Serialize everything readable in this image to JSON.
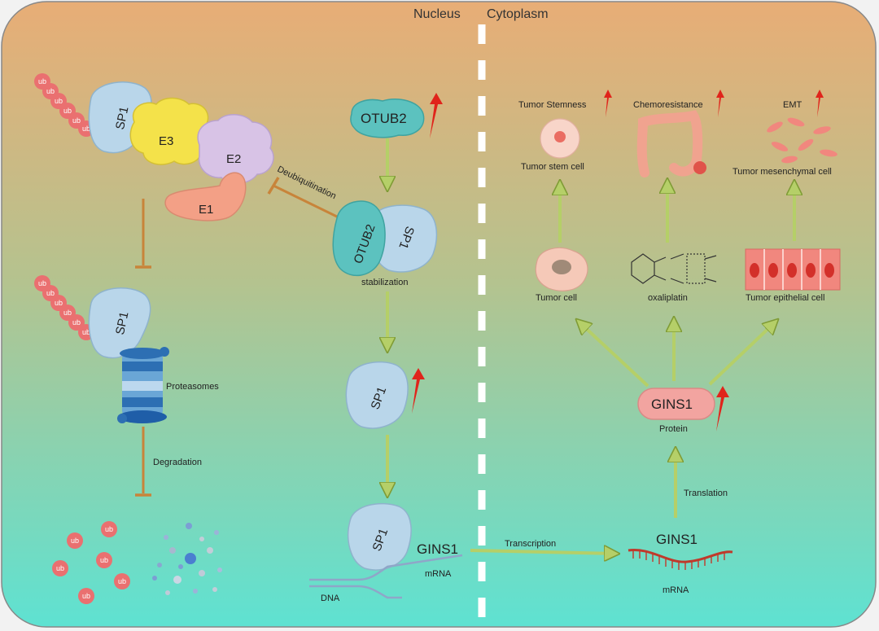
{
  "regions": {
    "nucleus": "Nucleus",
    "cytoplasm": "Cytoplasm"
  },
  "proteins": {
    "sp1": "SP1",
    "e1": "E1",
    "e2": "E2",
    "e3": "E3",
    "otub2": "OTUB2",
    "gins1": "GINS1",
    "ub": "ub"
  },
  "labels": {
    "deubiquitination": "Deubiquitination",
    "stabilization": "stabilization",
    "proteasomes": "Proteasomes",
    "degradation": "Degradation",
    "transcription": "Transcription",
    "translation": "Translation",
    "protein": "Protein",
    "mrna": "mRNA",
    "dna": "DNA",
    "gins1_nuclear": "GINS1",
    "gins1_cyto": "GINS1"
  },
  "phenotypes": {
    "tumor_stemness": "Tumor Stemness",
    "chemoresistance": "Chemoresistance",
    "emt": "EMT"
  },
  "cells": {
    "tumor_stem_cell": "Tumor stem cell",
    "tumor_mesenchymal_cell": "Tumor mesenchymal cell",
    "tumor_cell": "Tumor cell",
    "oxaliplatin": "oxaliplatin",
    "tumor_epithelial_cell": "Tumor epithelial cell"
  },
  "colors": {
    "top": "#e5b07b",
    "bottom": "#5fe0d0",
    "sp1": "#b9d6ea",
    "e3": "#f4e24a",
    "e2": "#d8c3e6",
    "e1": "#f3a086",
    "otub2": "#5cc2bf",
    "arrow_green": "#b5cf68",
    "inhibit": "#c8843a",
    "up_arrow": "#e0241b"
  }
}
